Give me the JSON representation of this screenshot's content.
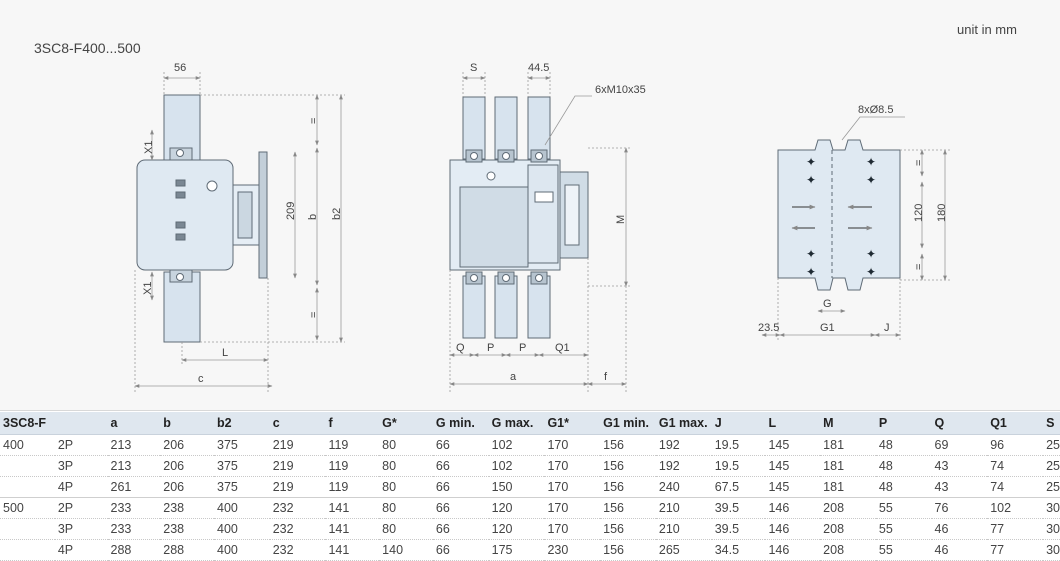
{
  "title": "3SC8-F400...500",
  "unit_note": "unit in mm",
  "drawing_labels": {
    "side": {
      "d56": "56",
      "x1_top": "X1",
      "x1_bottom": "X1",
      "eq_top": "=",
      "eq_bottom": "=",
      "d209": "209",
      "b": "b",
      "b2": "b2",
      "L": "L",
      "c": "c"
    },
    "front": {
      "S": "S",
      "d44_5": "44.5",
      "screws": "6xM10x35",
      "M": "M",
      "Q": "Q",
      "P1": "P",
      "P2": "P",
      "Q1": "Q1",
      "a": "a",
      "f": "f"
    },
    "mounting": {
      "holes": "8xØ8.5",
      "d120": "120",
      "d180": "180",
      "eq_top": "=",
      "eq_bottom": "=",
      "G": "G",
      "d23_5": "23.5",
      "G1": "G1",
      "J": "J"
    }
  },
  "table": {
    "columns": [
      "3SC8-F",
      "",
      "a",
      "b",
      "b2",
      "c",
      "f",
      "G*",
      "G min.",
      "G max.",
      "G1*",
      "G1 min.",
      "G1 max.",
      "J",
      "L",
      "M",
      "P",
      "Q",
      "Q1",
      "S"
    ],
    "rows": [
      [
        "400",
        "2P",
        "213",
        "206",
        "375",
        "219",
        "119",
        "80",
        "66",
        "102",
        "170",
        "156",
        "192",
        "19.5",
        "145",
        "181",
        "48",
        "69",
        "96",
        "25"
      ],
      [
        "",
        "3P",
        "213",
        "206",
        "375",
        "219",
        "119",
        "80",
        "66",
        "102",
        "170",
        "156",
        "192",
        "19.5",
        "145",
        "181",
        "48",
        "43",
        "74",
        "25"
      ],
      [
        "",
        "4P",
        "261",
        "206",
        "375",
        "219",
        "119",
        "80",
        "66",
        "150",
        "170",
        "156",
        "240",
        "67.5",
        "145",
        "181",
        "48",
        "43",
        "74",
        "25"
      ],
      [
        "500",
        "2P",
        "233",
        "238",
        "400",
        "232",
        "141",
        "80",
        "66",
        "120",
        "170",
        "156",
        "210",
        "39.5",
        "146",
        "208",
        "55",
        "76",
        "102",
        "30"
      ],
      [
        "",
        "3P",
        "233",
        "238",
        "400",
        "232",
        "141",
        "80",
        "66",
        "120",
        "170",
        "156",
        "210",
        "39.5",
        "146",
        "208",
        "55",
        "46",
        "77",
        "30"
      ],
      [
        "",
        "4P",
        "288",
        "288",
        "400",
        "232",
        "141",
        "140",
        "66",
        "175",
        "230",
        "156",
        "265",
        "34.5",
        "146",
        "208",
        "55",
        "46",
        "77",
        "30"
      ]
    ]
  }
}
